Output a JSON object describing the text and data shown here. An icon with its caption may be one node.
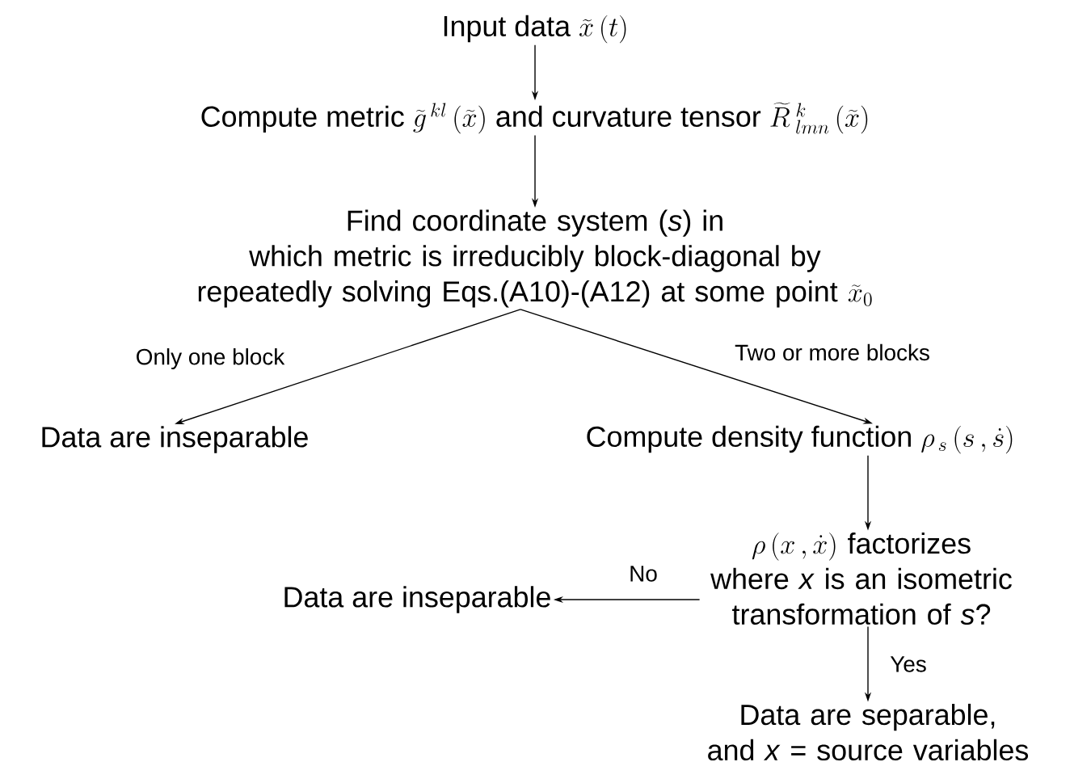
{
  "diagram": {
    "nodes": [
      {
        "text": [
          "Input data",
          "\\widetilde{x}\\,(t)"
        ]
      },
      {
        "text": [
          "Compute metric",
          "\\widetilde{g}^{\\,kl}\\,(\\widetilde{x})",
          "and curvature tensor",
          "\\widetilde{R}^{\\;k}_{\\;lmn}\\,(\\widetilde{x})"
        ]
      },
      {
        "text": [
          "Find coordinate system (*s*) in which metric is irreducibly block-diagonal by repeatedly solving Eqs.(A10)-(A12) at some point",
          "\\widetilde{x}_0"
        ]
      },
      {
        "text": [
          "Data are inseparable"
        ]
      },
      {
        "text": [
          "Compute density function",
          "\\rho_{\\,s}\\,(s\\,,\\dot{s})"
        ]
      },
      {
        "text": [
          "\\rho\\,(x\\,,\\dot{x})",
          "factorizes where *x* is an isometric transformation of *s*?"
        ]
      },
      {
        "text": [
          "Data are inseparable"
        ]
      },
      {
        "text": [
          "Data are separable, and *x* = source variables"
        ]
      }
    ],
    "edges": [
      {
        "from": 0,
        "to": 1,
        "arrow": "to"
      },
      {
        "from": 1,
        "to": 2,
        "arrow": "to"
      },
      {
        "from": 2,
        "to": 3,
        "arrow": "to",
        "label": "Only one block"
      },
      {
        "from": 2,
        "to": 4,
        "arrow": "to",
        "label": "Two or more blocks"
      },
      {
        "from": 4,
        "to": 5,
        "arrow": "to"
      },
      {
        "from": 5,
        "to": 6,
        "arrow": "to",
        "label": "No"
      },
      {
        "from": 5,
        "to": 7,
        "arrow": "to",
        "label": "Yes"
      }
    ]
  }
}
